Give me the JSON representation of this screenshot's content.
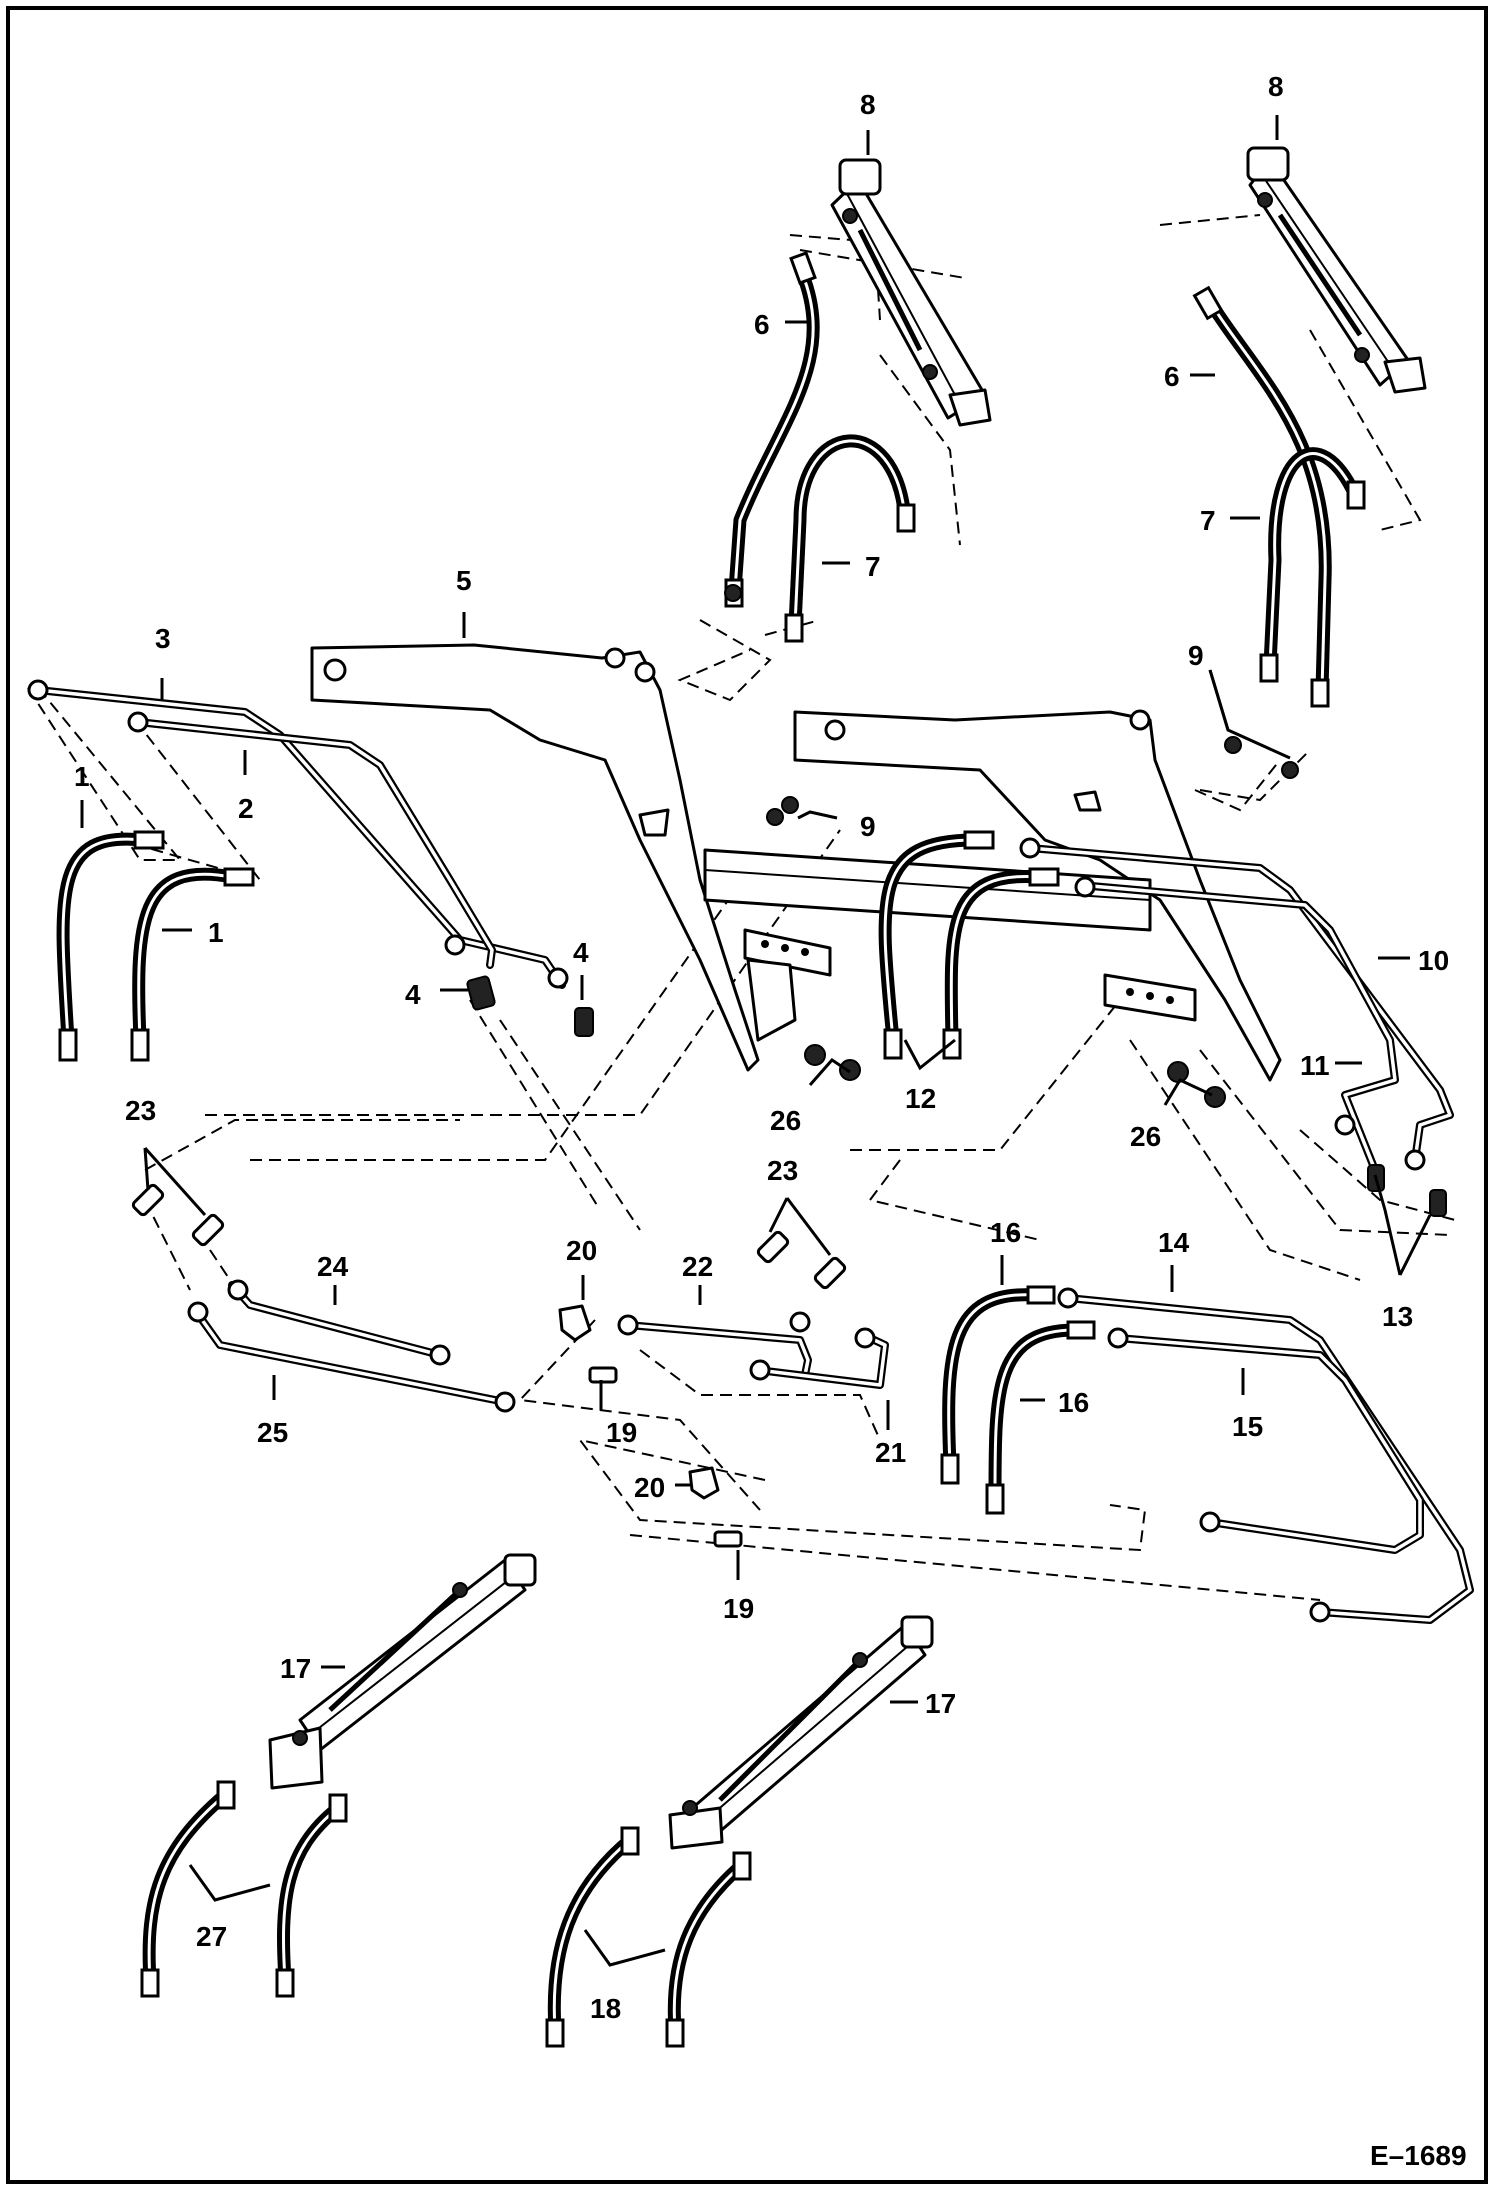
{
  "drawing": {
    "code": "E–1689",
    "callouts": [
      "1",
      "2",
      "3",
      "4",
      "5",
      "6",
      "7",
      "8",
      "9",
      "10",
      "11",
      "12",
      "13",
      "14",
      "15",
      "16",
      "17",
      "18",
      "19",
      "20",
      "21",
      "22",
      "23",
      "24",
      "25",
      "26",
      "27"
    ]
  }
}
